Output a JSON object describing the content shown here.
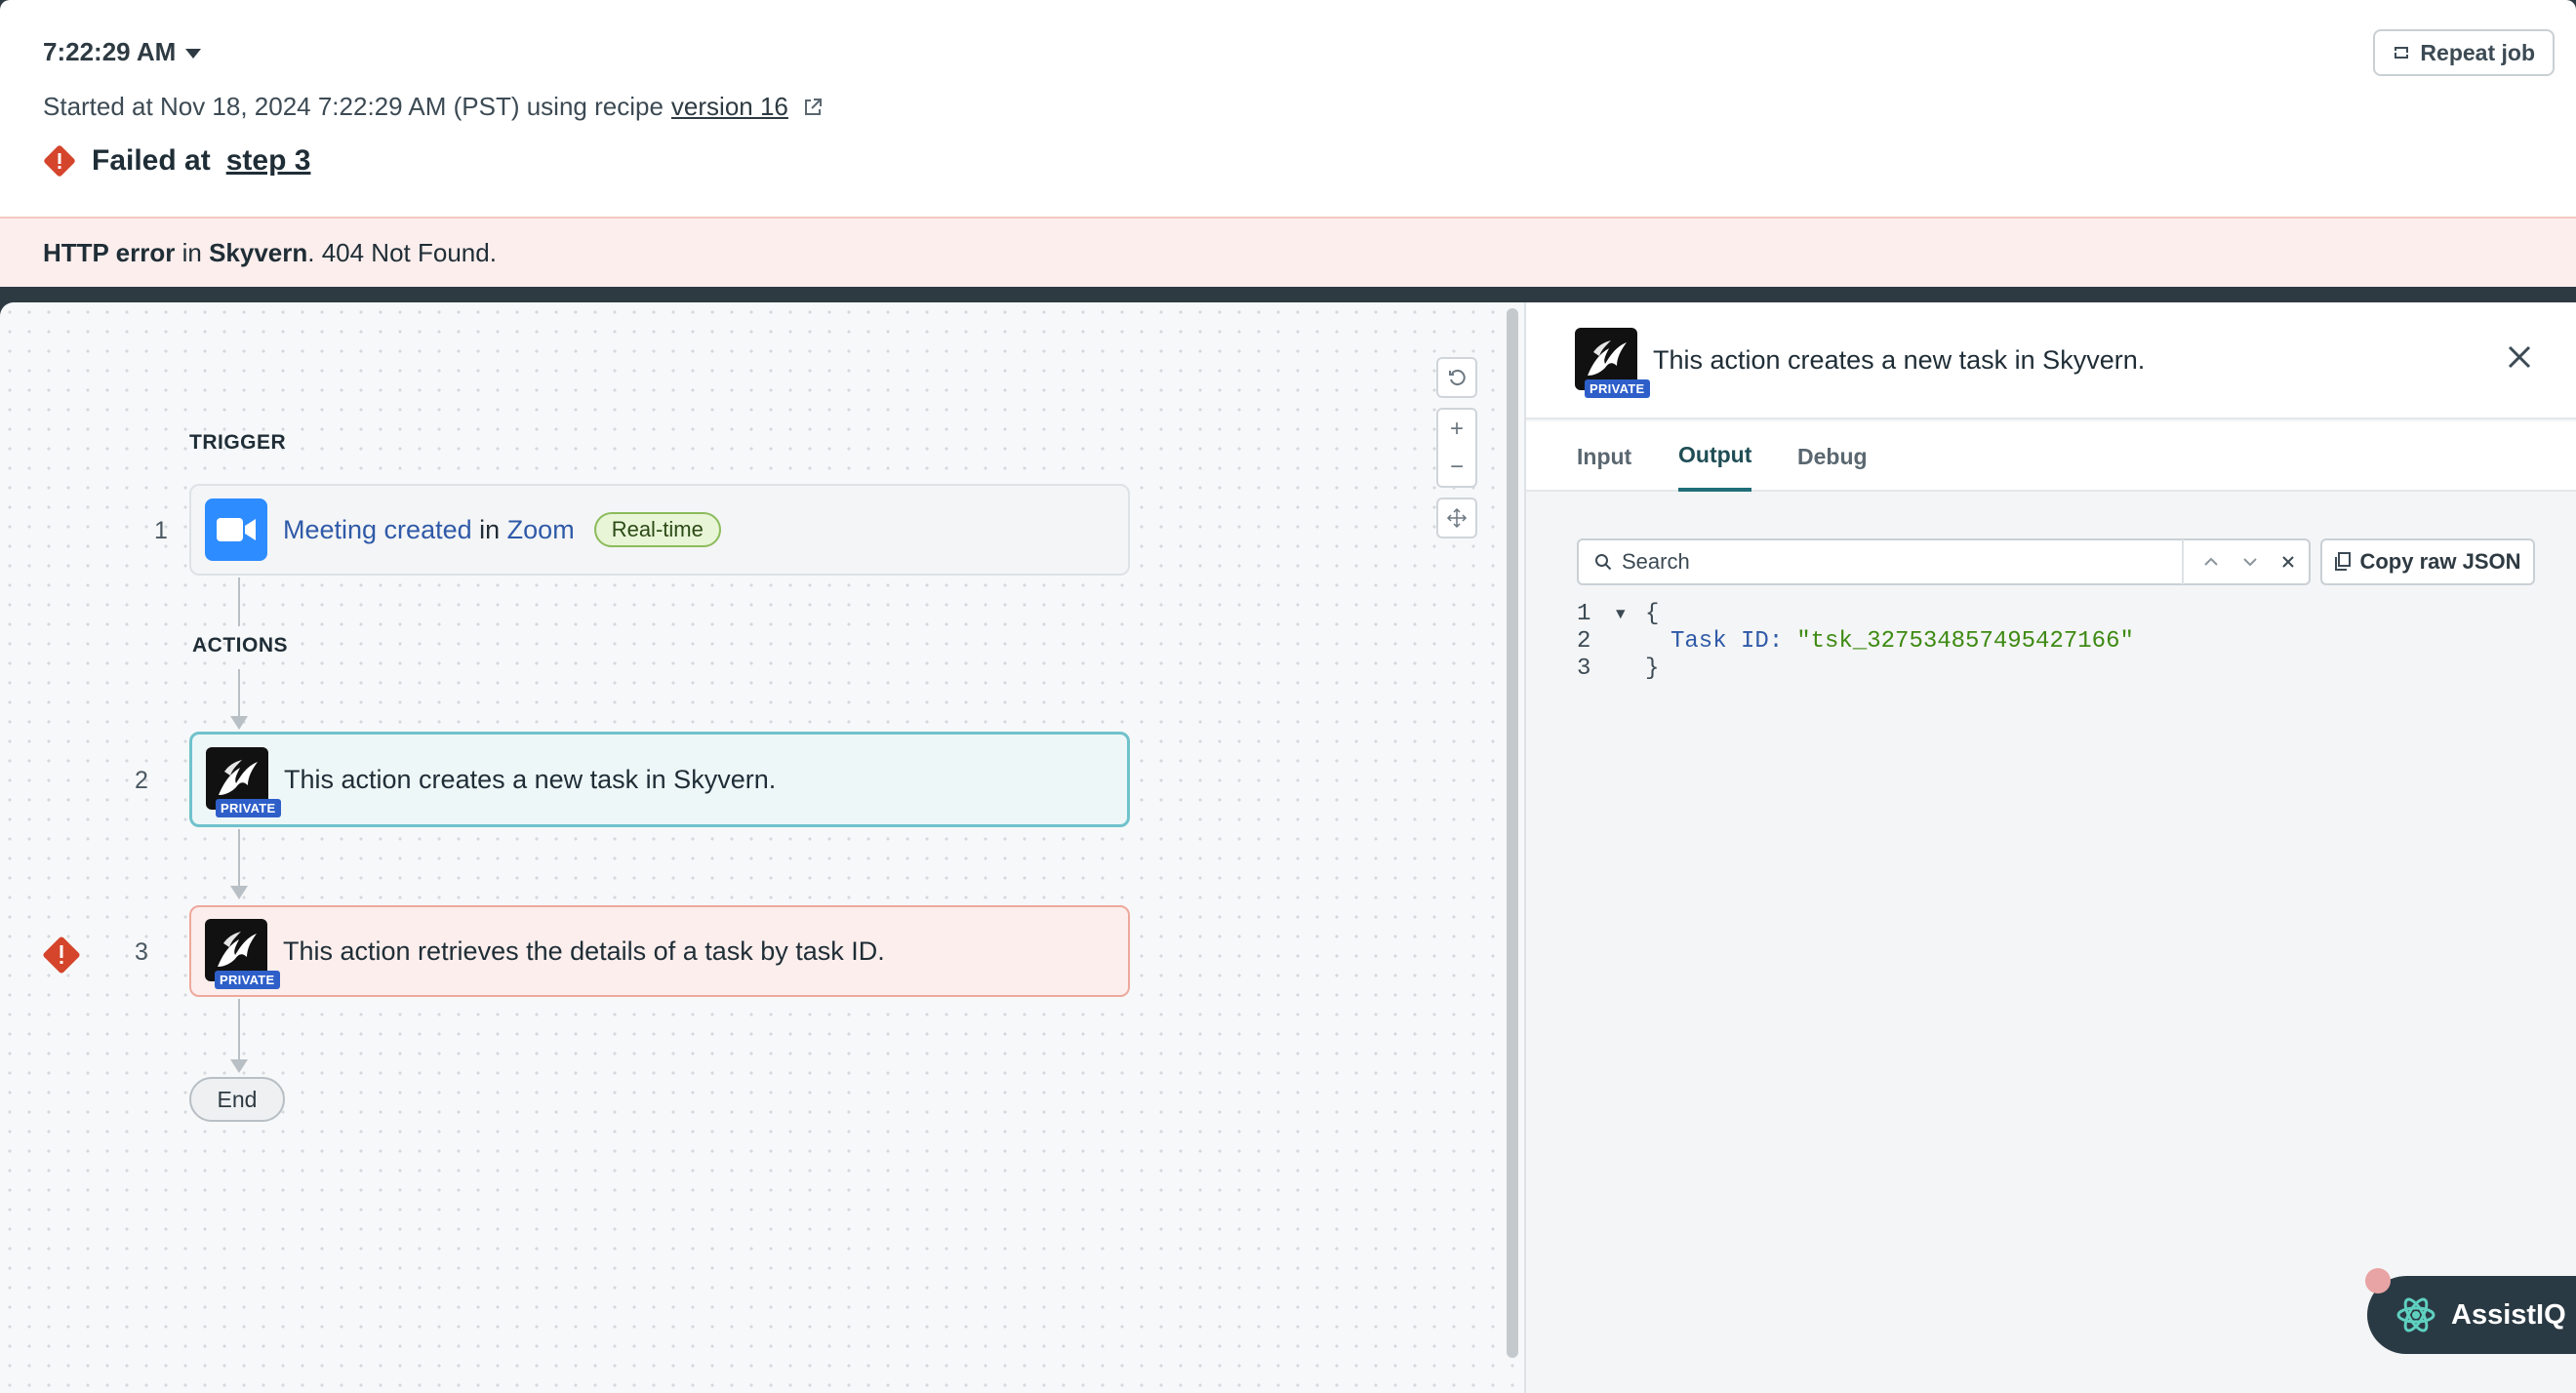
{
  "header": {
    "time": "7:22:29 AM",
    "started_prefix": "Started at Nov 18, 2024 7:22:29 AM (PST) using recipe",
    "version_link": "version 16",
    "failed_prefix": "Failed at",
    "failed_step": "step 3",
    "repeat_button": "Repeat job"
  },
  "error_banner": {
    "prefix": "HTTP error",
    "middle": "in",
    "app": "Skyvern",
    "message": ". 404 Not Found."
  },
  "flow": {
    "trigger_label": "TRIGGER",
    "actions_label": "ACTIONS",
    "steps": [
      {
        "number": "1",
        "event": "Meeting created",
        "joiner": "in",
        "app": "Zoom",
        "badge": "Real-time"
      },
      {
        "number": "2",
        "text": "This action creates a new task in Skyvern.",
        "tag": "PRIVATE"
      },
      {
        "number": "3",
        "text": "This action retrieves the details of a task by task ID.",
        "tag": "PRIVATE",
        "status": "error"
      }
    ],
    "end_label": "End"
  },
  "panel": {
    "title": "This action creates a new task in Skyvern.",
    "tag": "PRIVATE",
    "tabs": [
      "Input",
      "Output",
      "Debug"
    ],
    "active_tab": "Output",
    "search_placeholder": "Search",
    "copy_button": "Copy raw JSON",
    "code": {
      "line_numbers": [
        "1",
        "2",
        "3"
      ],
      "open": "{",
      "key": "Task ID:",
      "value": "\"tsk_327534857495427166\"",
      "close": "}"
    }
  },
  "assistant": {
    "label": "AssistIQ"
  },
  "colors": {
    "error": "#d4452c",
    "accent_teal": "#6fc2cc",
    "link_blue": "#2f5aa8",
    "zoom_blue": "#2d8cff",
    "private_blue": "#2e5fc9"
  }
}
